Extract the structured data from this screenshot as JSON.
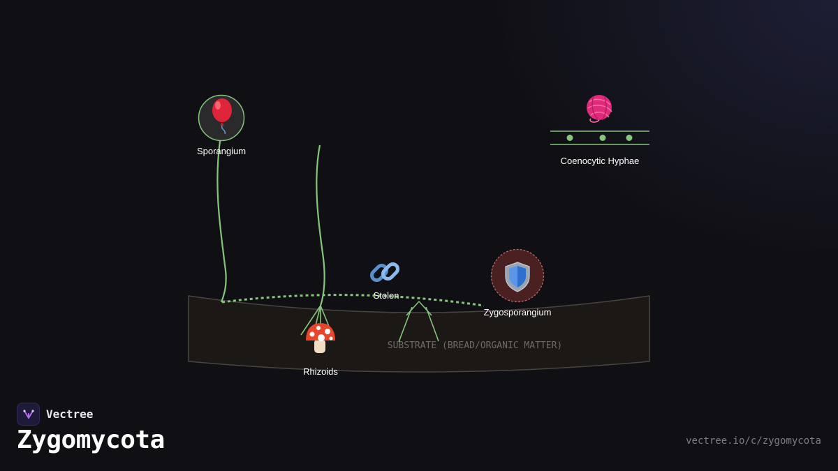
{
  "diagram": {
    "substrate_label": "SUBSTRATE (BREAD/ORGANIC MATTER)",
    "nodes": [
      {
        "id": "sporangium",
        "label": "Sporangium",
        "icon": "balloon-icon"
      },
      {
        "id": "hyphae",
        "label": "Coenocytic Hyphae",
        "icon": "yarn-icon"
      },
      {
        "id": "stolon",
        "label": "Stolon",
        "icon": "link-icon"
      },
      {
        "id": "zygosporangium",
        "label": "Zygosporangium",
        "icon": "shield-icon"
      },
      {
        "id": "rhizoids",
        "label": "Rhizoids",
        "icon": "mushroom-icon"
      }
    ],
    "colors": {
      "hypha": "#86c67c",
      "substrate_fill": "#1c1816",
      "substrate_stroke": "#4a4540",
      "zygo_fill": "#4a2020",
      "zygo_stroke": "#b46a6a"
    }
  },
  "footer": {
    "brand": "Vectree",
    "title": "Zygomycota",
    "url": "vectree.io/c/zygomycota"
  }
}
